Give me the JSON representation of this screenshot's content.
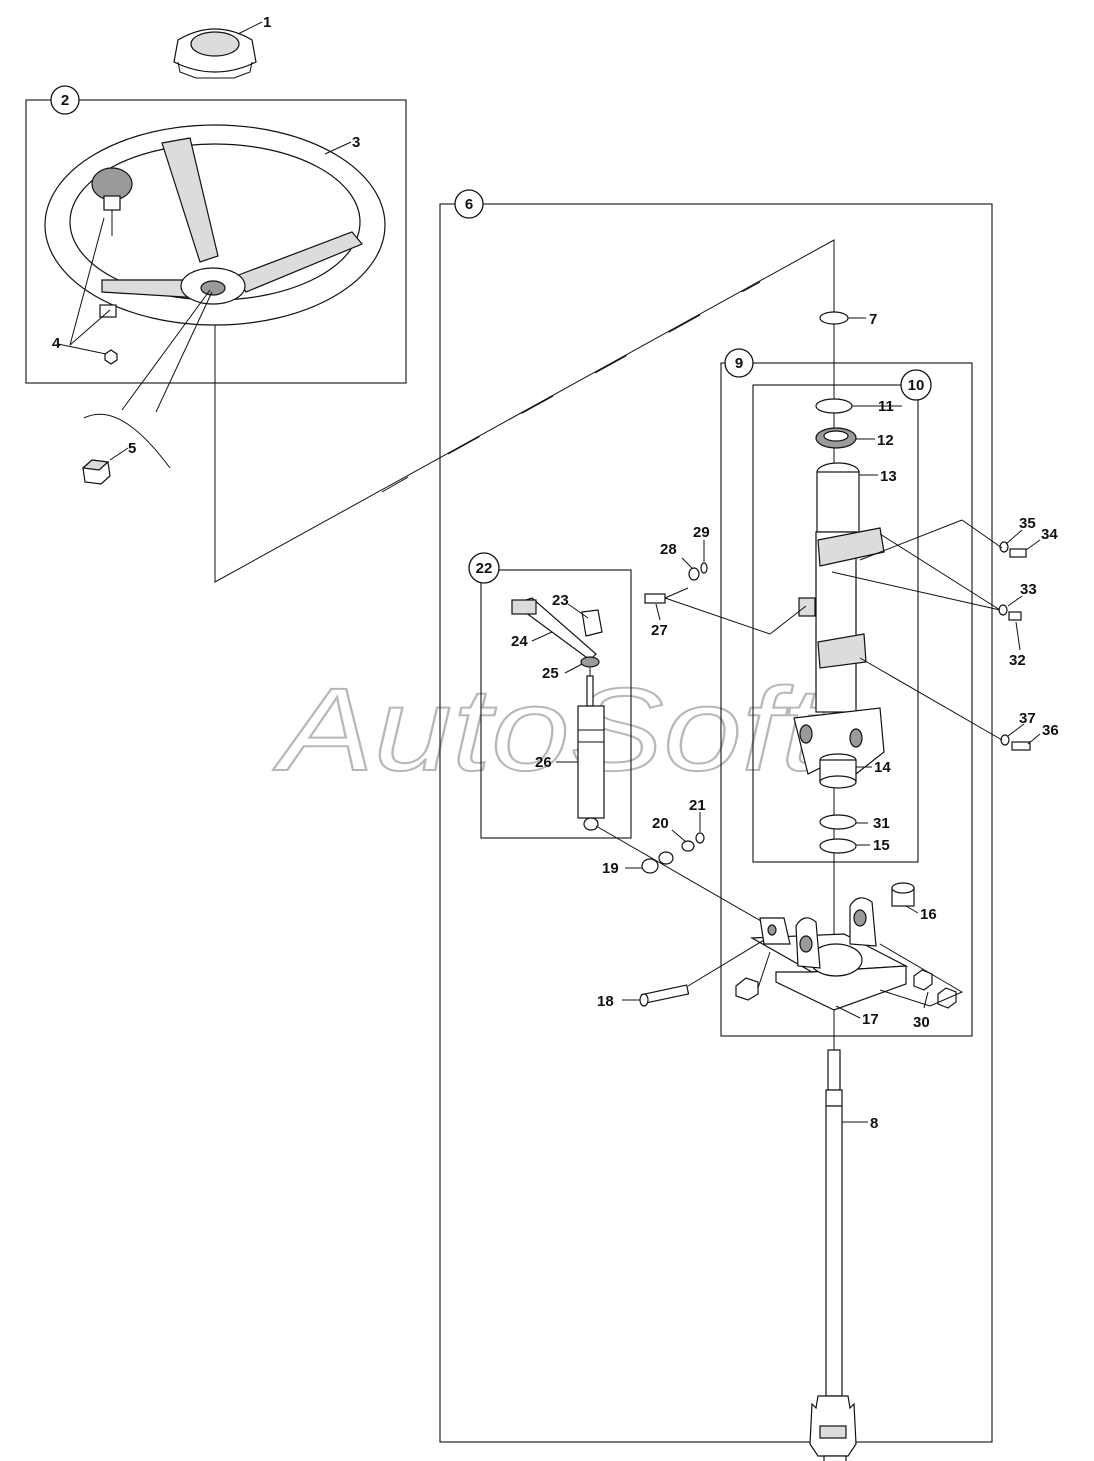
{
  "watermark": "AutoSoft",
  "callouts": {
    "c1": "1",
    "c2": "2",
    "c3": "3",
    "c4": "4",
    "c5": "5",
    "c6": "6",
    "c7": "7",
    "c8": "8",
    "c9": "9",
    "c10": "10",
    "c11": "11",
    "c12": "12",
    "c13": "13",
    "c14": "14",
    "c15": "15",
    "c16": "16",
    "c17": "17",
    "c18": "18",
    "c19": "19",
    "c20": "20",
    "c21": "21",
    "c22": "22",
    "c23": "23",
    "c24": "24",
    "c25": "25",
    "c26": "26",
    "c27": "27",
    "c28": "28",
    "c29": "29",
    "c30": "30",
    "c31": "31",
    "c32": "32",
    "c33": "33",
    "c34": "34",
    "c35": "35",
    "c36": "36",
    "c37": "37"
  },
  "colors": {
    "ink": "#111111",
    "watermark": "#b8b8b8",
    "background": "#ffffff"
  }
}
